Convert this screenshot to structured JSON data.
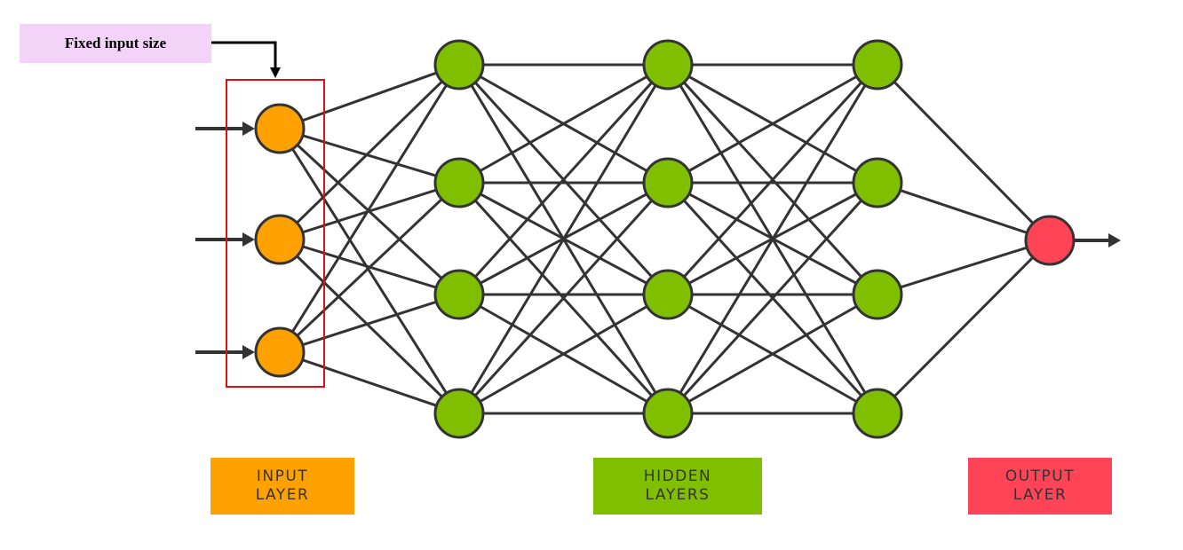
{
  "callout": {
    "text": "Fixed input size"
  },
  "legend": {
    "input": {
      "line1": "INPUT",
      "line2": "LAYER"
    },
    "hidden": {
      "line1": "HIDDEN",
      "line2": "LAYERS"
    },
    "output": {
      "line1": "OUTPUT",
      "line2": "LAYER"
    }
  },
  "network": {
    "layers": [
      {
        "kind": "input",
        "neurons": 3
      },
      {
        "kind": "hidden",
        "neurons": 4
      },
      {
        "kind": "hidden",
        "neurons": 4
      },
      {
        "kind": "hidden",
        "neurons": 4
      },
      {
        "kind": "output",
        "neurons": 1
      }
    ],
    "connections": "fully-connected"
  },
  "colors": {
    "input": "#ffa100",
    "hidden": "#7fbf00",
    "output": "#ff4458",
    "edge": "#333333",
    "highlight": "#dd1111",
    "callout_bg": "#f3d4f8"
  }
}
